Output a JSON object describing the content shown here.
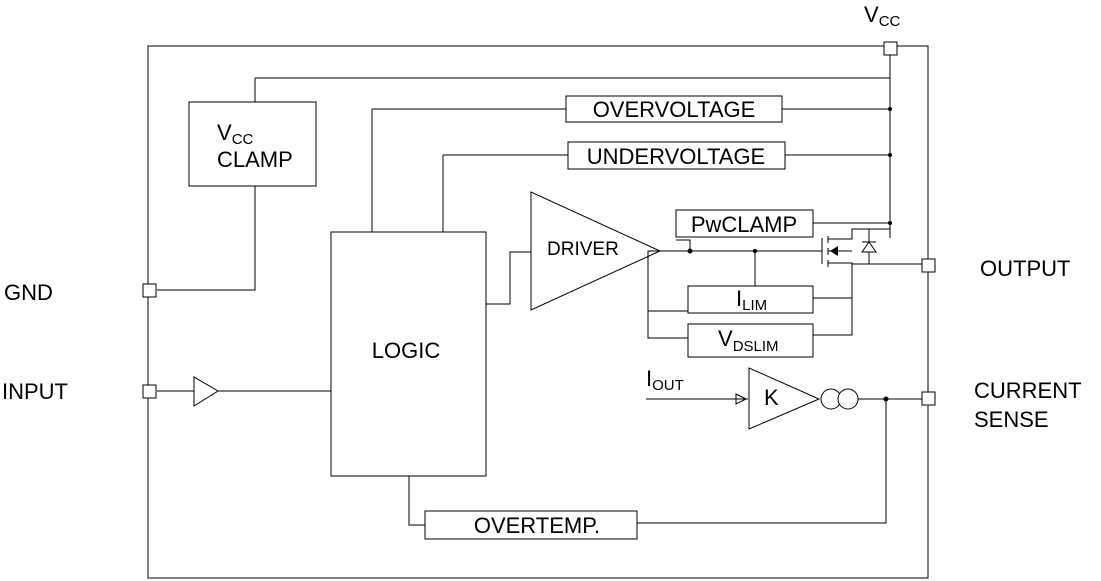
{
  "pins": {
    "vcc": "V",
    "vcc_sub": "CC",
    "gnd": "GND",
    "input": "INPUT",
    "output": "OUTPUT",
    "current_sense_1": "CURRENT",
    "current_sense_2": "SENSE"
  },
  "blocks": {
    "vcc_clamp_v": "V",
    "vcc_clamp_sub": "CC",
    "vcc_clamp_2": "CLAMP",
    "overvoltage": "OVERVOLTAGE",
    "undervoltage": "UNDERVOLTAGE",
    "logic": "LOGIC",
    "driver": "DRIVER",
    "pwclamp": "PwCLAMP",
    "ilim": "I",
    "ilim_sub": "LIM",
    "vdslim": "V",
    "vdslim_sub": "DSLIM",
    "iout": "I",
    "iout_sub": "OUT",
    "k": "K",
    "overtemp": "OVERTEMP."
  }
}
